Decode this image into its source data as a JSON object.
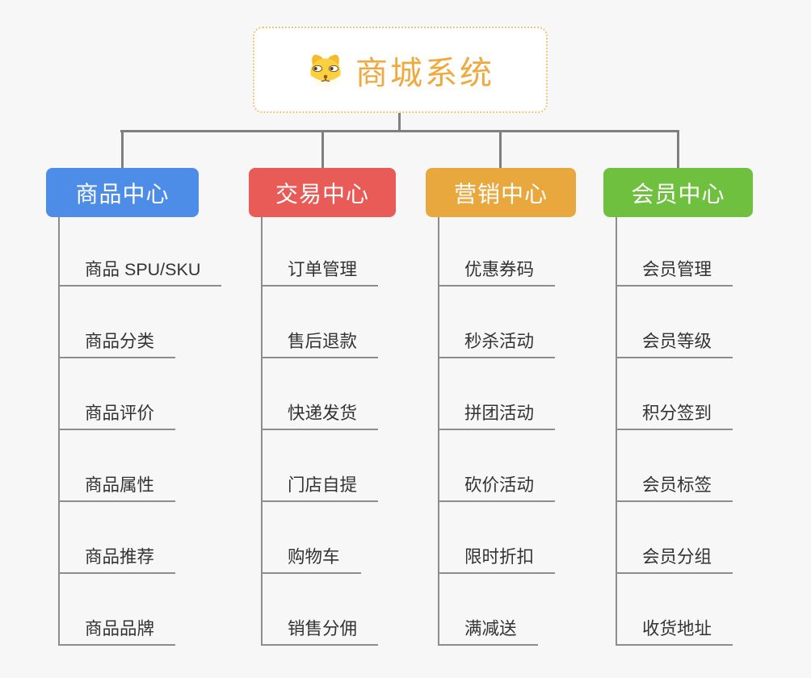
{
  "root": {
    "title": "商城系统",
    "icon": "dog-face-icon"
  },
  "branches": [
    {
      "label": "商品中心",
      "color": "#4d8de8",
      "children": [
        "商品 SPU/SKU",
        "商品分类",
        "商品评价",
        "商品属性",
        "商品推荐",
        "商品品牌"
      ]
    },
    {
      "label": "交易中心",
      "color": "#e85b56",
      "children": [
        "订单管理",
        "售后退款",
        "快递发货",
        "门店自提",
        "购物车",
        "销售分佣"
      ]
    },
    {
      "label": "营销中心",
      "color": "#e9a83d",
      "children": [
        "优惠券码",
        "秒杀活动",
        "拼团活动",
        "砍价活动",
        "限时折扣",
        "满减送"
      ]
    },
    {
      "label": "会员中心",
      "color": "#70c040",
      "children": [
        "会员管理",
        "会员等级",
        "积分签到",
        "会员标签",
        "会员分组",
        "收货地址"
      ]
    }
  ],
  "colors": {
    "background": "#f7f7f7",
    "connector": "#7f7f7f",
    "branch_line": "#8d8d8d",
    "root_text": "#efa93e",
    "root_border": "#f2c377",
    "child_text": "#333333"
  }
}
